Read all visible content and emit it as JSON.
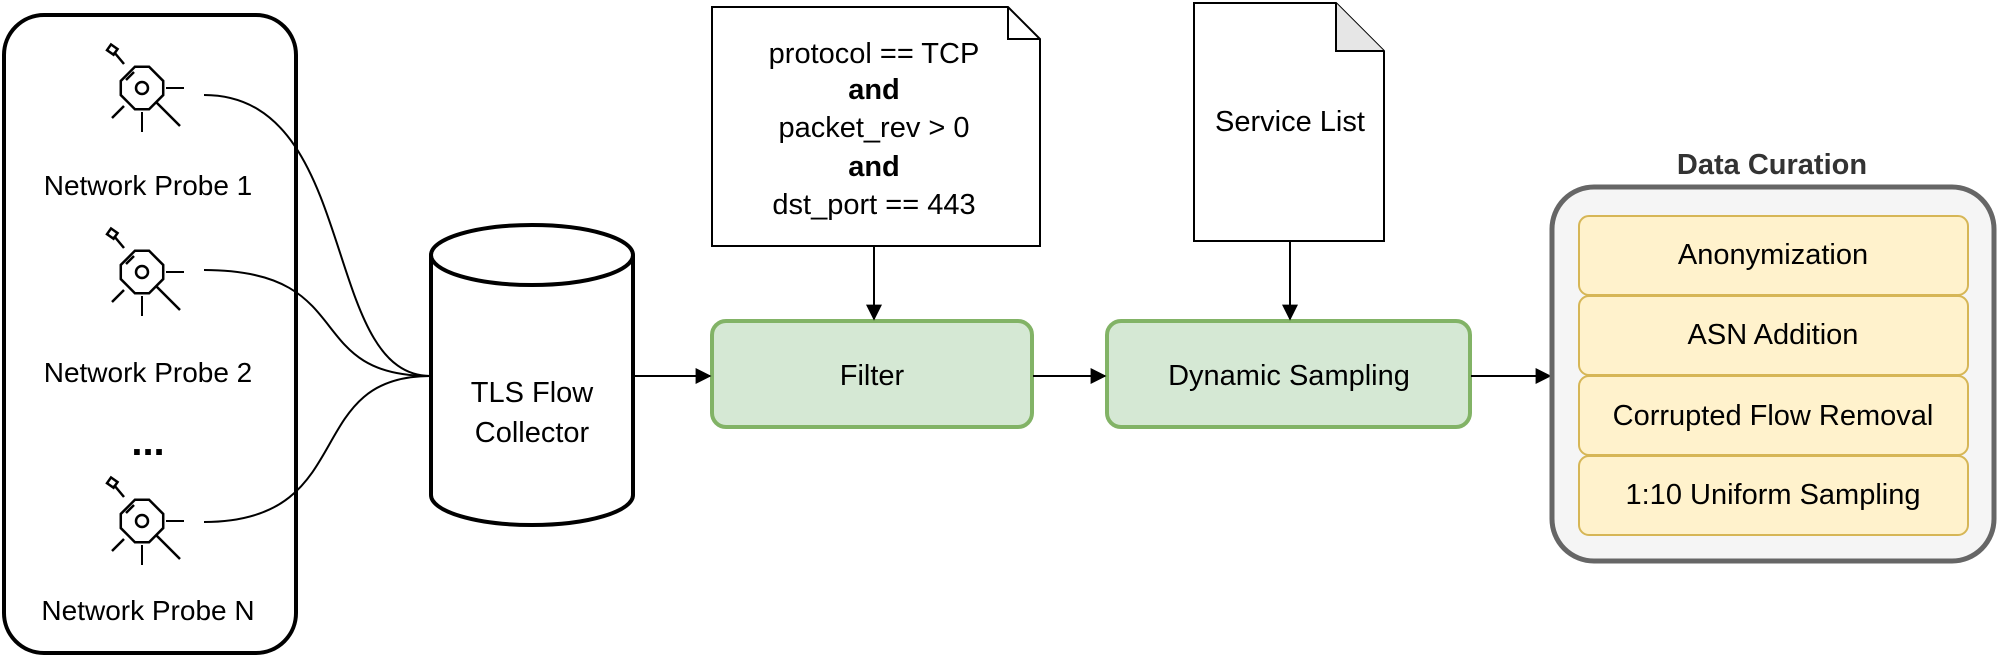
{
  "probes": {
    "items": [
      {
        "label": "Network Probe 1"
      },
      {
        "label": "Network Probe 2"
      },
      {
        "label": "Network Probe N"
      }
    ],
    "ellipsis": "..."
  },
  "collector": {
    "line1": "TLS Flow",
    "line2": "Collector"
  },
  "filter_note": {
    "lines": [
      "protocol == TCP",
      "and",
      "packet_rev > 0",
      "and",
      "dst_port == 443"
    ]
  },
  "service_note": {
    "label": "Service List"
  },
  "filter": {
    "label": "Filter"
  },
  "sampling": {
    "label": "Dynamic Sampling"
  },
  "curation": {
    "title": "Data Curation",
    "steps": [
      {
        "label": "Anonymization"
      },
      {
        "label": "ASN Addition"
      },
      {
        "label": "Corrupted Flow Removal"
      },
      {
        "label": "1:10 Uniform Sampling"
      }
    ]
  },
  "colors": {
    "process_fill": "#d5e8d4",
    "process_stroke": "#82b366",
    "curation_fill": "#f5f5f5",
    "curation_stroke": "#666666",
    "step_fill": "#fff2cc",
    "step_stroke": "#d6b656"
  }
}
